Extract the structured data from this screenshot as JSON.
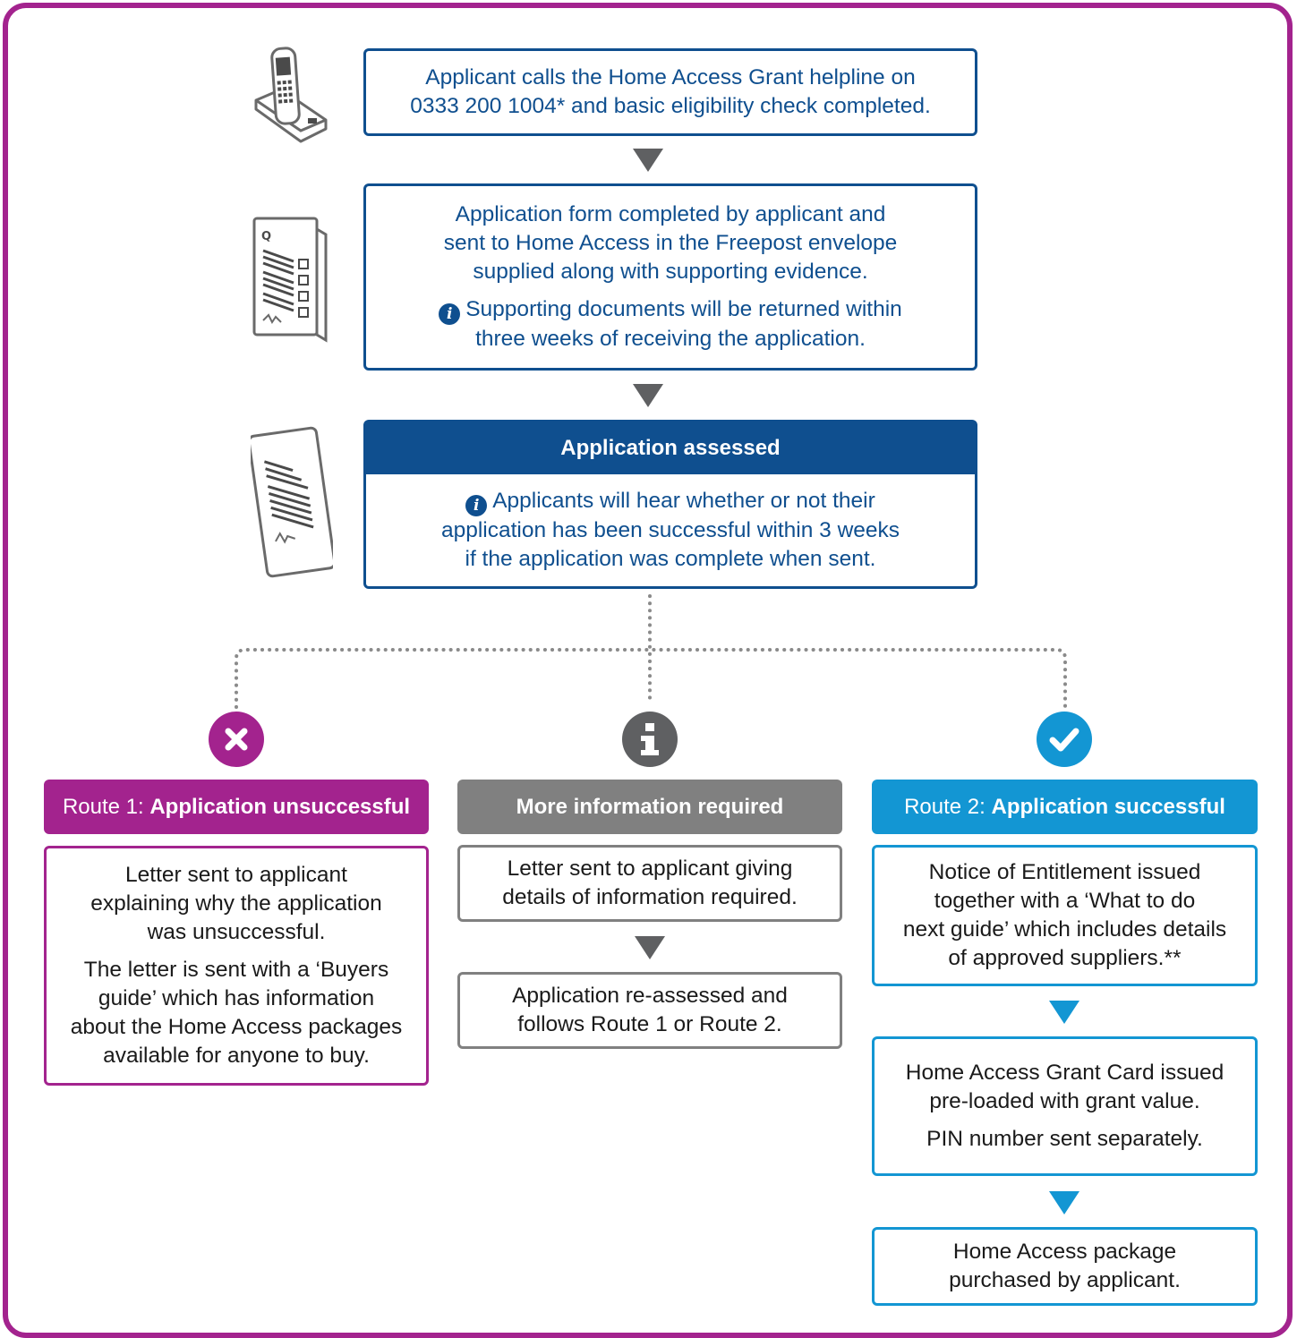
{
  "steps": {
    "helpline": "Applicant calls the Home Access Grant helpline on\n0333 200 1004* and basic eligibility check completed.",
    "form": "Application form completed by applicant and\nsent to Home Access in the Freepost envelope\nsupplied along with supporting evidence.",
    "form_note": "Supporting documents will be returned within\nthree weeks of receiving the application.",
    "assessed_title": "Application assessed",
    "assessed_note": "Applicants will hear whether or not their\napplication has been successful within 3 weeks\nif the application was complete when sent."
  },
  "routes": {
    "unsuccessful": {
      "prefix": "Route 1: ",
      "title": "Application unsuccessful",
      "text1": "Letter sent to applicant\nexplaining why the application\nwas unsuccessful.",
      "text2": "The letter is sent with a ‘Buyers\nguide’ which has information\nabout the Home Access packages\navailable for anyone to buy."
    },
    "more_info": {
      "title": "More information required",
      "text1": "Letter sent to applicant giving\ndetails of information required.",
      "text2": "Application re-assessed and\nfollows Route 1 or Route 2."
    },
    "successful": {
      "prefix": "Route 2: ",
      "title": "Application successful",
      "text1": "Notice of Entitlement issued\ntogether with a ‘What to do\nnext guide’ which includes details\nof approved suppliers.**",
      "text2": "Home Access Grant Card issued\npre-loaded with grant value.",
      "text2b": "PIN number sent separately.",
      "text3": "Home Access package\npurchased by applicant."
    }
  },
  "colors": {
    "frame": "#a3238e",
    "navy": "#0f4f8f",
    "grey": "#808080",
    "cyan": "#1396d3",
    "arrow": "#5f6062"
  },
  "icons": [
    "phone-icon",
    "form-icon",
    "document-icon",
    "cross-icon",
    "info-icon",
    "check-icon"
  ]
}
